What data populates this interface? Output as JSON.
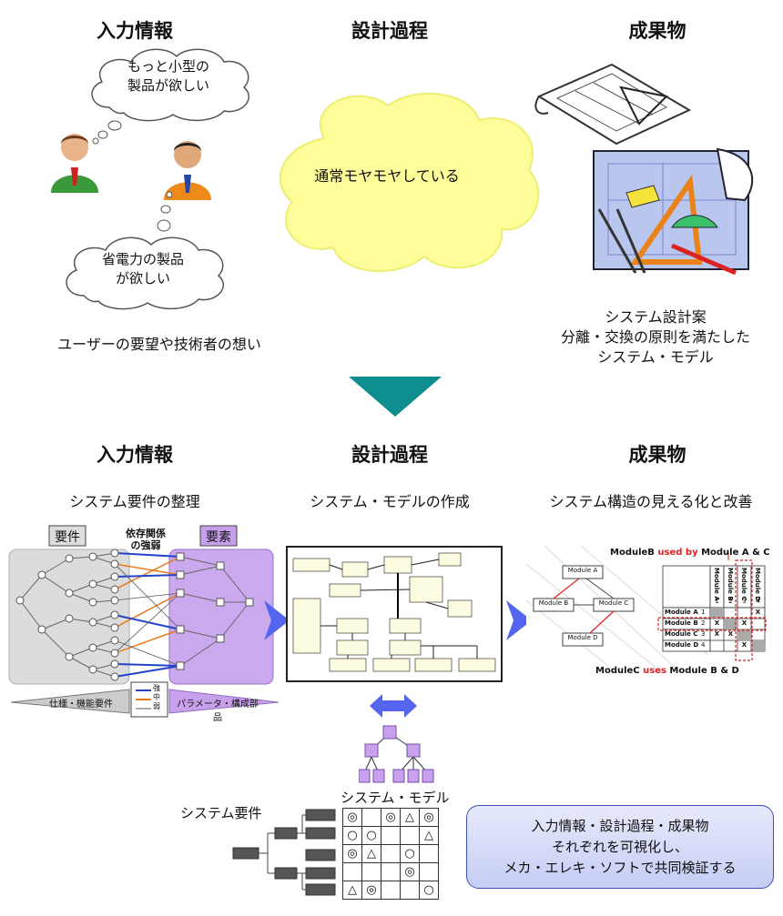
{
  "top": {
    "input_header": "入力情報",
    "process_header": "設計過程",
    "output_header": "成果物",
    "bubble1": [
      "もっと小型の",
      "製品が欲しい"
    ],
    "bubble2": [
      "省電力の製品",
      "が欲しい"
    ],
    "cloud_text": "通常モヤモヤしている",
    "user_caption": "ユーザーの要望や技術者の想い",
    "output_caption": [
      "システム設計案",
      "分離・交換の原則を満たした",
      "システム・モデル"
    ]
  },
  "bottom": {
    "input_header": "入力情報",
    "process_header": "設計過程",
    "output_header": "成果物",
    "input_sub": "システム要件の整理",
    "process_sub": "システム・モデルの作成",
    "output_sub": "システム構造の見える化と改善",
    "req_label": "要件",
    "elem_label": "要素",
    "dep_title": [
      "依存関係",
      "の強弱"
    ],
    "legend": [
      "強",
      "中",
      "弱"
    ],
    "left_arrow_label": "仕様・機能要件",
    "right_arrow_label": "パラメータ・構成部品",
    "dsm_title1_a": "ModuleB ",
    "dsm_title1_b": "used by",
    "dsm_title1_c": " Module A & C",
    "dsm_title2_a": "ModuleC ",
    "dsm_title2_b": "uses",
    "dsm_title2_c": " Module B & D",
    "modules": [
      "Module A",
      "Module B",
      "Module C",
      "Module D"
    ],
    "dsm_rows": [
      {
        "name": "Module A",
        "num": "1",
        "cells": [
          "",
          "",
          "",
          "X"
        ]
      },
      {
        "name": "Module B",
        "num": "2",
        "cells": [
          "X",
          "",
          "X",
          ""
        ]
      },
      {
        "name": "Module C",
        "num": "3",
        "cells": [
          "X",
          "X",
          "",
          ""
        ]
      },
      {
        "name": "Module D",
        "num": "4",
        "cells": [
          "",
          "",
          "X",
          ""
        ]
      }
    ],
    "dsm_col_nums": [
      "1",
      "2",
      "3",
      "4"
    ],
    "sysreq_label": "システム要件",
    "sysmodel_label": "システム・モデル",
    "matrix": [
      [
        "◎",
        "",
        "◎",
        "△",
        "◎"
      ],
      [
        "○",
        "○",
        "",
        "",
        "△"
      ],
      [
        "◎",
        "△",
        "",
        "○",
        ""
      ],
      [
        "",
        "",
        "",
        "◎",
        ""
      ],
      [
        "△",
        "◎",
        "",
        "",
        "○"
      ]
    ],
    "final_box": [
      "入力情報・設計過程・成果物",
      "それぞれを可視化し、",
      "メカ・エレキ・ソフトで共同検証する"
    ]
  }
}
